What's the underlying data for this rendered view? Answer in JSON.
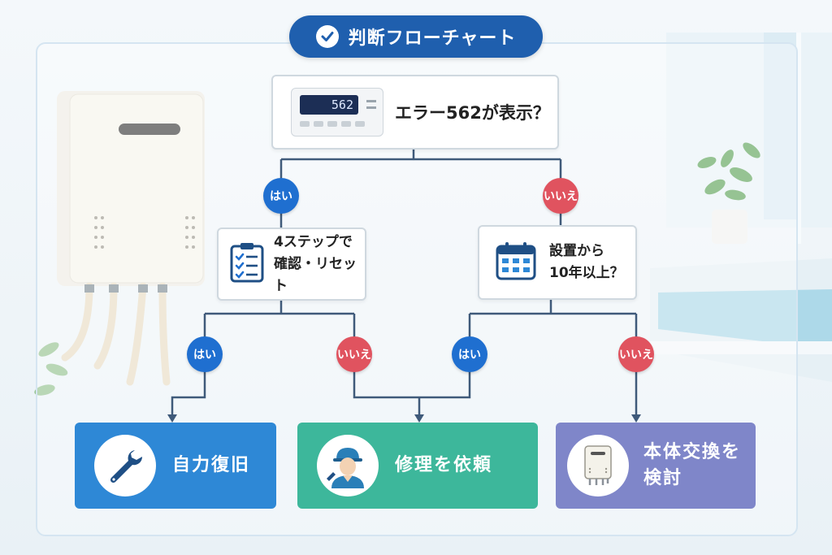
{
  "title": "判断フローチャート",
  "question_error": {
    "display": "562",
    "label": "エラー562が表示？"
  },
  "question_steps": {
    "line1": "4ステップで",
    "line2": "確認・リセット"
  },
  "question_years": {
    "line1": "設置から",
    "line2": "10年以上？"
  },
  "answers": {
    "a1_yes": "はい",
    "a1_no": "いいえ",
    "a2_yes": "はい",
    "a2_no": "いいえ",
    "a3_yes": "はい",
    "a3_no": "いいえ"
  },
  "results": {
    "self_recovery": "自力復旧",
    "request_repair": "修理を依頼",
    "replace_line1": "本体交換を",
    "replace_line2": "検討"
  },
  "colors": {
    "title_bg": "#1f5fae",
    "yes": "#1f6fd0",
    "no": "#e0535f",
    "line": "#3f5a7a",
    "self": "#2e88d6",
    "repair": "#3db79b",
    "replace": "#7f86c9"
  }
}
